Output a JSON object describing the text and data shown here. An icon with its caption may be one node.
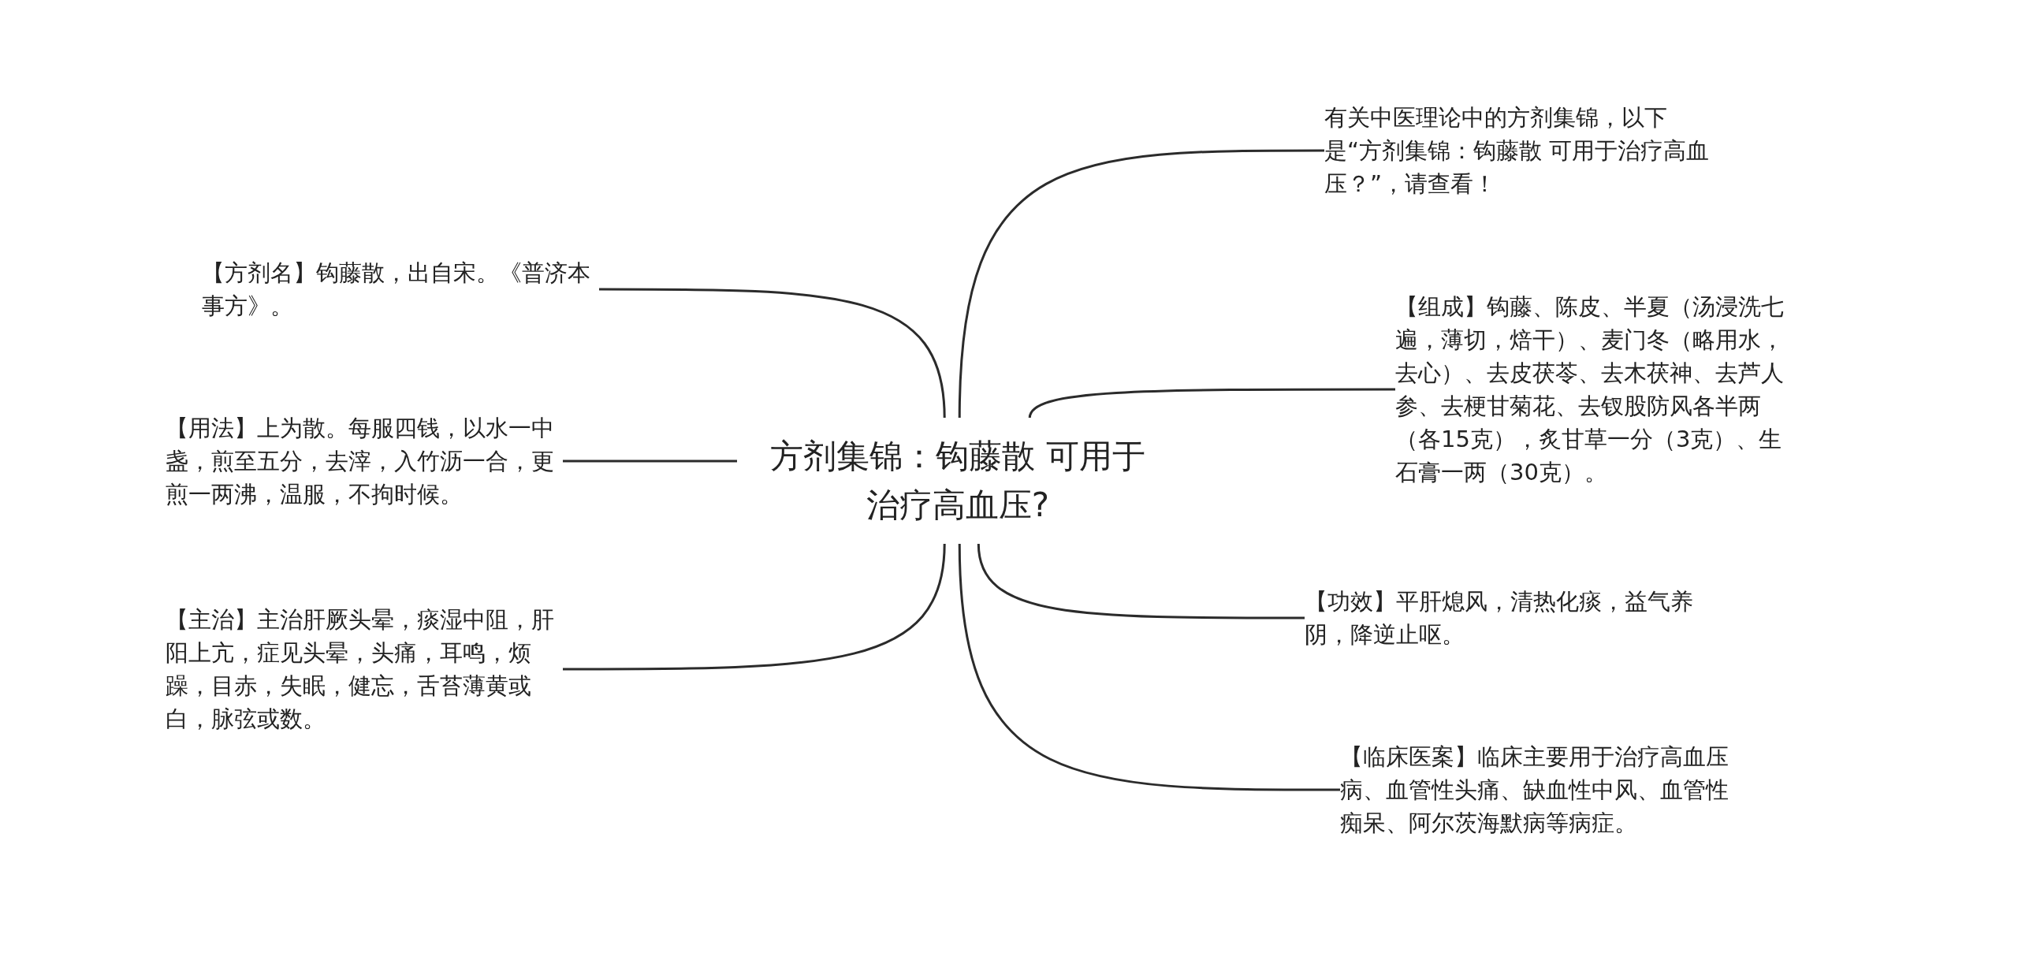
{
  "diagram": {
    "nodes": [
      {
        "text": [
          "方剂集锦：钩藤散 可用于治疗高血压?"
        ]
      },
      {
        "text": [
          "【方剂名】钩藤散，出自宋。《普济本事方》。"
        ]
      },
      {
        "text": [
          "【用法】上为散。每服四钱，以水一中盏，煎至五分，去滓，入竹沥一合，更煎一两沸，温服，不拘时候。"
        ]
      },
      {
        "text": [
          "【主治】主治肝厥头晕，痰湿中阻，肝阳上亢，症见头晕，头痛，耳鸣，烦躁，目赤，失眠，健忘，舌苔薄黄或白，脉弦或数。"
        ]
      },
      {
        "text": [
          "有关中医理论中的方剂集锦，以下是“方剂集锦：钩藤散 可用于治疗高血压？”，请查看！"
        ]
      },
      {
        "text": [
          "【组成】钩藤、陈皮、半夏（汤浸洗七遍，薄切，焙干）、麦门冬（略用水，去心）、去皮茯苓、去木茯神、去芦人参、去梗甘菊花、去钗股防风各半两（各15克），炙甘草一分（3克）、生石膏一两（30克）。"
        ]
      },
      {
        "text": [
          "【功效】平肝熄风，清热化痰，益气养阴，降逆止呕。"
        ]
      },
      {
        "text": [
          "【临床医案】临床主要用于治疗高血压病、血管性头痛、缺血性中风、血管性痴呆、阿尔茨海默病等病症。"
        ]
      }
    ],
    "edges": [
      {
        "from": 0,
        "to": 1,
        "arrow": "none"
      },
      {
        "from": 0,
        "to": 2,
        "arrow": "none"
      },
      {
        "from": 0,
        "to": 3,
        "arrow": "none"
      },
      {
        "from": 0,
        "to": 4,
        "arrow": "none"
      },
      {
        "from": 0,
        "to": 5,
        "arrow": "none"
      },
      {
        "from": 0,
        "to": 6,
        "arrow": "none"
      },
      {
        "from": 0,
        "to": 7,
        "arrow": "none"
      }
    ]
  }
}
